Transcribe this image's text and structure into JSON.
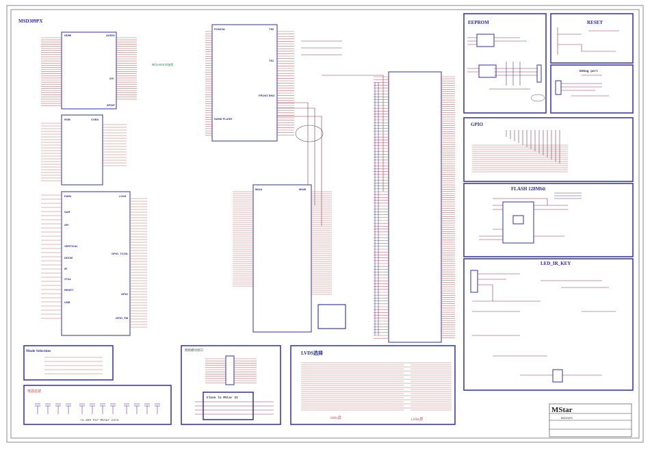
{
  "sheet": {
    "main_title": "MSD309PX",
    "chip_u1": {
      "sections": [
        "HDMI",
        "AUDIO",
        "I2S",
        "SPDIF",
        "RGB",
        "CVBS",
        "PWM",
        "LVDS",
        "SAR",
        "SPI",
        "VERTICAL",
        "DDCM",
        "GPIO_TCON",
        "IR",
        "XTAL",
        "RESET",
        "GPIO",
        "USB",
        "GPIO_PM"
      ]
    },
    "chip_u2": {
      "sections": [
        "PCMCIA",
        "TS0",
        "TS1",
        "FRONT END",
        "NAND FLASH"
      ]
    },
    "chip_u3": {
      "sections": [
        "MIUA",
        "MIUB"
      ]
    },
    "audio_note": "带功eMMC时使用",
    "panels": {
      "eeprom": "EEPROM",
      "reset": "RESET",
      "debug": "Debug port",
      "gpio": "GPIO",
      "flash": "FLASH 128Mbit",
      "led": "LED_IR_KEY",
      "mode": "Mode Selection",
      "power": "电源滤波",
      "power_note": "+1.32V For Mstar core",
      "network": "网络模块接口",
      "close": "Close to MStar IC",
      "lvds": "LVDS选择",
      "lvds_60": "60Hz屏",
      "lvds_120": "120Hz屏"
    },
    "title_block": {
      "logo": "MStar",
      "title": "MSD309PX"
    },
    "colors": {
      "panel": "#3a3aa8",
      "pin": "#c06a6a",
      "title": "#2a2aa0"
    }
  }
}
